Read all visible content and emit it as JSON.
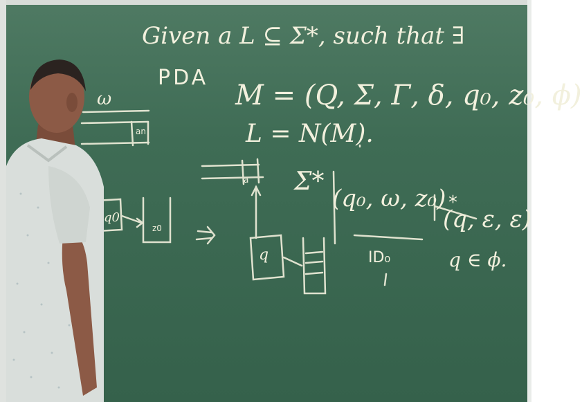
{
  "board": {
    "line1": "Given a L ⊆ Σ*, such that ∃",
    "pda_label": "PDA",
    "machine_def": "M = (Q, Σ, Γ, δ, q₀, z₀, ϕ)",
    "lang_def": "L = N(M).",
    "sigma_star": "Σ*",
    "id_config": "(q₀, ω, z₀)",
    "id_label": "ID₀",
    "turnstile_star": "*",
    "final_config": "(q, ε, ε)",
    "q_in_phi": "q ∈ ϕ."
  },
  "sketch": {
    "input_label": "ω",
    "cell_an": "an",
    "cell_a": "a",
    "state_q0": "q0",
    "stack_z0": "z0",
    "state_q": "q"
  },
  "colors": {
    "board": "#3f6c55",
    "chalk": "#f2f0dd",
    "shirt": "#d9dedb",
    "skin": "#8c5a46",
    "hair": "#2b2320"
  }
}
